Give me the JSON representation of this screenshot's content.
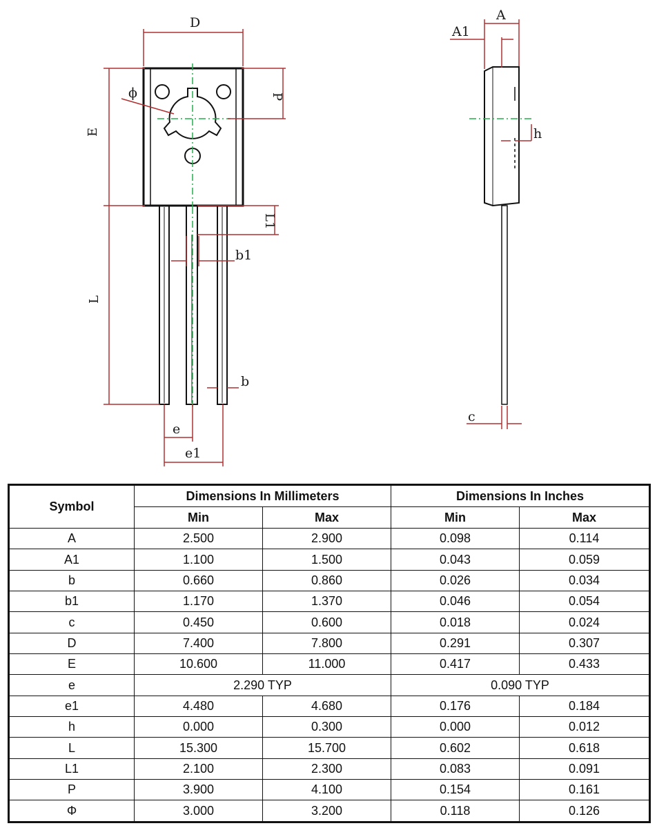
{
  "drawing": {
    "labels": {
      "D": "D",
      "phi": "ϕ",
      "P": "P",
      "E": "E",
      "L1": "L1",
      "b1": "b1",
      "L": "L",
      "b": "b",
      "e": "e",
      "e1": "e1",
      "A": "A",
      "A1": "A1",
      "h": "h",
      "c": "c"
    },
    "colors": {
      "dimension": "#b03030",
      "centerline": "#22b14c",
      "outline": "#111111"
    }
  },
  "table": {
    "symbol_header": "Symbol",
    "group_headers": [
      "Dimensions In Millimeters",
      "Dimensions In Inches"
    ],
    "sub_headers": [
      "Min",
      "Max",
      "Min",
      "Max"
    ],
    "rows": [
      {
        "symbol": "A",
        "mm_min": "2.500",
        "mm_max": "2.900",
        "in_min": "0.098",
        "in_max": "0.114"
      },
      {
        "symbol": "A1",
        "mm_min": "1.100",
        "mm_max": "1.500",
        "in_min": "0.043",
        "in_max": "0.059"
      },
      {
        "symbol": "b",
        "mm_min": "0.660",
        "mm_max": "0.860",
        "in_min": "0.026",
        "in_max": "0.034"
      },
      {
        "symbol": "b1",
        "mm_min": "1.170",
        "mm_max": "1.370",
        "in_min": "0.046",
        "in_max": "0.054"
      },
      {
        "symbol": "c",
        "mm_min": "0.450",
        "mm_max": "0.600",
        "in_min": "0.018",
        "in_max": "0.024"
      },
      {
        "symbol": "D",
        "mm_min": "7.400",
        "mm_max": "7.800",
        "in_min": "0.291",
        "in_max": "0.307"
      },
      {
        "symbol": "E",
        "mm_min": "10.600",
        "mm_max": "11.000",
        "in_min": "0.417",
        "in_max": "0.433"
      },
      {
        "symbol": "e",
        "mm_typ": "2.290 TYP",
        "in_typ": "0.090 TYP"
      },
      {
        "symbol": "e1",
        "mm_min": "4.480",
        "mm_max": "4.680",
        "in_min": "0.176",
        "in_max": "0.184"
      },
      {
        "symbol": "h",
        "mm_min": "0.000",
        "mm_max": "0.300",
        "in_min": "0.000",
        "in_max": "0.012"
      },
      {
        "symbol": "L",
        "mm_min": "15.300",
        "mm_max": "15.700",
        "in_min": "0.602",
        "in_max": "0.618"
      },
      {
        "symbol": "L1",
        "mm_min": "2.100",
        "mm_max": "2.300",
        "in_min": "0.083",
        "in_max": "0.091"
      },
      {
        "symbol": "P",
        "mm_min": "3.900",
        "mm_max": "4.100",
        "in_min": "0.154",
        "in_max": "0.161"
      },
      {
        "symbol": "Φ",
        "mm_min": "3.000",
        "mm_max": "3.200",
        "in_min": "0.118",
        "in_max": "0.126"
      }
    ]
  }
}
